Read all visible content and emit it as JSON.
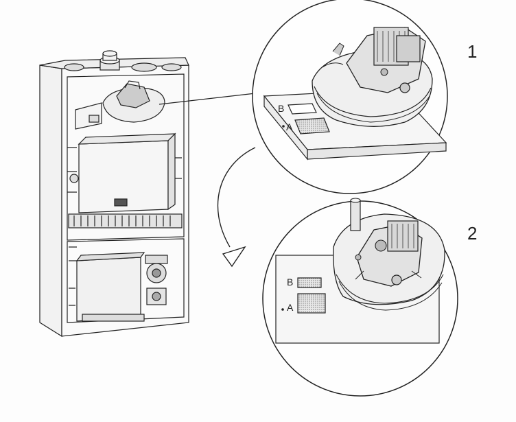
{
  "diagram": {
    "callouts": [
      {
        "number": "1",
        "labels": {
          "a": "A",
          "b": "B"
        }
      },
      {
        "number": "2",
        "labels": {
          "a": "A",
          "b": "B"
        }
      }
    ]
  }
}
